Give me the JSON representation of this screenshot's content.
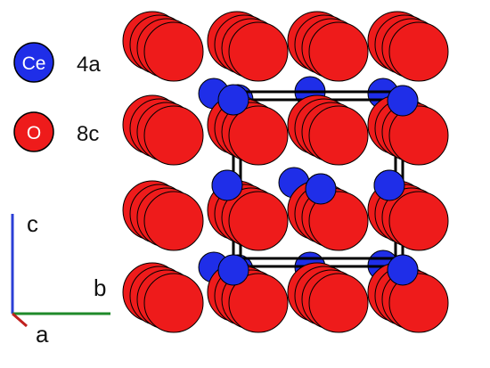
{
  "legend": [
    {
      "symbol": "Ce",
      "site": "4a",
      "color": "#1f2ee8"
    },
    {
      "symbol": "O",
      "site": "8c",
      "color": "#ee1b1b"
    }
  ],
  "axes": {
    "c": {
      "label": "c",
      "color": "#2b3fd6"
    },
    "b": {
      "label": "b",
      "color": "#1f8a2a"
    },
    "a": {
      "label": "a",
      "color": "#c0201e"
    }
  },
  "colors": {
    "oxygen": "#ee1b1b",
    "cerium": "#1f2ee8",
    "outline": "#000000",
    "cell_edge": "#000000"
  }
}
